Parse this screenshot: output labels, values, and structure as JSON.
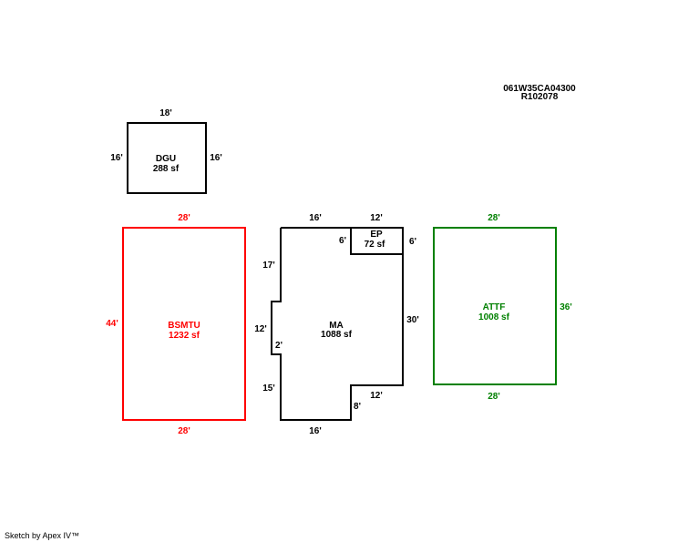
{
  "header": {
    "parcel_id": "061W35CA04300",
    "account_id": "R102078"
  },
  "colors": {
    "black": "#000000",
    "red": "#ff0000",
    "green": "#008000"
  },
  "areas": {
    "dgu": {
      "name": "DGU",
      "area": "288 sf",
      "top": "18'",
      "left": "16'",
      "right": "16'"
    },
    "bsmtu": {
      "name": "BSMTU",
      "area": "1232 sf",
      "top": "28'",
      "bottom": "28'",
      "left": "44'"
    },
    "ma": {
      "name": "MA",
      "area": "1088 sf",
      "top": "16'",
      "left_upper": "17'",
      "left_mid": "12'",
      "notch": "2'",
      "left_lower": "15'",
      "bottom": "16'",
      "bottom_step": "8'",
      "step_right": "12'",
      "right": "30'"
    },
    "ep": {
      "name": "EP",
      "area": "72 sf",
      "top": "12'",
      "left": "6'",
      "right": "6'"
    },
    "attf": {
      "name": "ATTF",
      "area": "1008 sf",
      "top": "28'",
      "bottom": "28'",
      "right": "36'"
    }
  },
  "footer": {
    "credit": "Sketch by Apex IV™"
  }
}
